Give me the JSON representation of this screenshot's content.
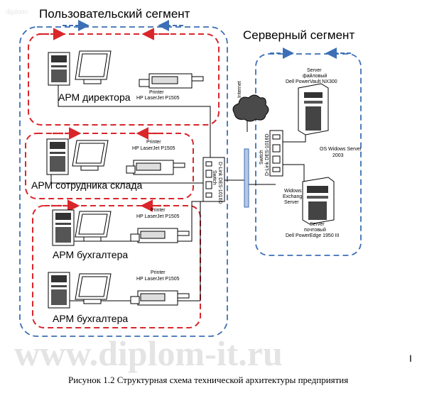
{
  "watermark": {
    "top": "diplom-",
    "main": "www.diplom-it.ru"
  },
  "segments": {
    "user": "Пользовательский сегмент",
    "server": "Серверный сегмент"
  },
  "workstations": [
    {
      "label": "АРМ директора",
      "printer_line1": "Printer",
      "printer_line2": "HP LaserJet P1505"
    },
    {
      "label": "АРМ сотрудника склада",
      "printer_line1": "Printer",
      "printer_line2": "HP LaserJet P1505"
    },
    {
      "label": "АРМ бухгалтера",
      "printer_line1": "Printer",
      "printer_line2": "HP LaserJet P1505"
    },
    {
      "label": "АРМ бухгалтера",
      "printer_line1": "Printer",
      "printer_line2": "HP LaserJet P1505"
    }
  ],
  "network": {
    "internet": "Internet",
    "switch_user": "D-Link DES-1016D",
    "switch_user_sub": "Switch",
    "switch_server": "D-Link DES-1016D",
    "switch_server_sub": "Switch"
  },
  "servers": {
    "file": {
      "line1": "Server",
      "line2": "файловый",
      "line3": "Dell PowerVault NX300"
    },
    "os": {
      "line1": "OS Widows Server",
      "line2": "2003"
    },
    "exchange": {
      "line1": "Widows",
      "line2": "Exchange",
      "line3": "Server"
    },
    "mail": {
      "line1": "Server",
      "line2": "почтовый",
      "line3": "Dell PowerEdge 1950 III"
    }
  },
  "caption": "Рисунок 1.2 Структурная схема технической архитектуры предприятия",
  "caption_mark": "I",
  "colors": {
    "blue": "#3d6fb6",
    "red": "#d9262b",
    "line": "#000000"
  }
}
